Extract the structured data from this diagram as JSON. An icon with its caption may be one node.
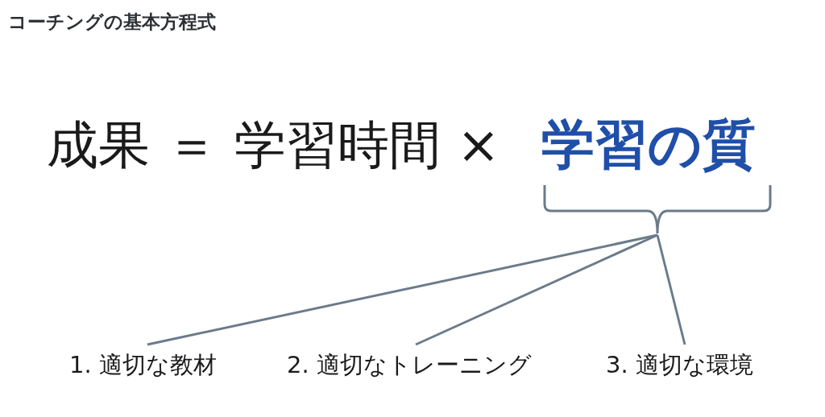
{
  "diagram": {
    "title": "コーチングの基本方程式",
    "nodes": [
      {
        "text": [
          "学習の質"
        ]
      },
      {
        "text": [],
        "shape": "bracket"
      },
      {
        "text": [
          "1. 適切な教材"
        ]
      },
      {
        "text": [
          "2. 適切なトレーニング"
        ]
      },
      {
        "text": [
          "3. 適切な環境"
        ]
      }
    ],
    "edges": [
      {
        "from": 1,
        "to": 2,
        "arrow": "none"
      },
      {
        "from": 1,
        "to": 3,
        "arrow": "none"
      },
      {
        "from": 1,
        "to": 4,
        "arrow": "none"
      }
    ],
    "labels": [
      "成果 ＝ 学習時間 ×"
    ]
  }
}
